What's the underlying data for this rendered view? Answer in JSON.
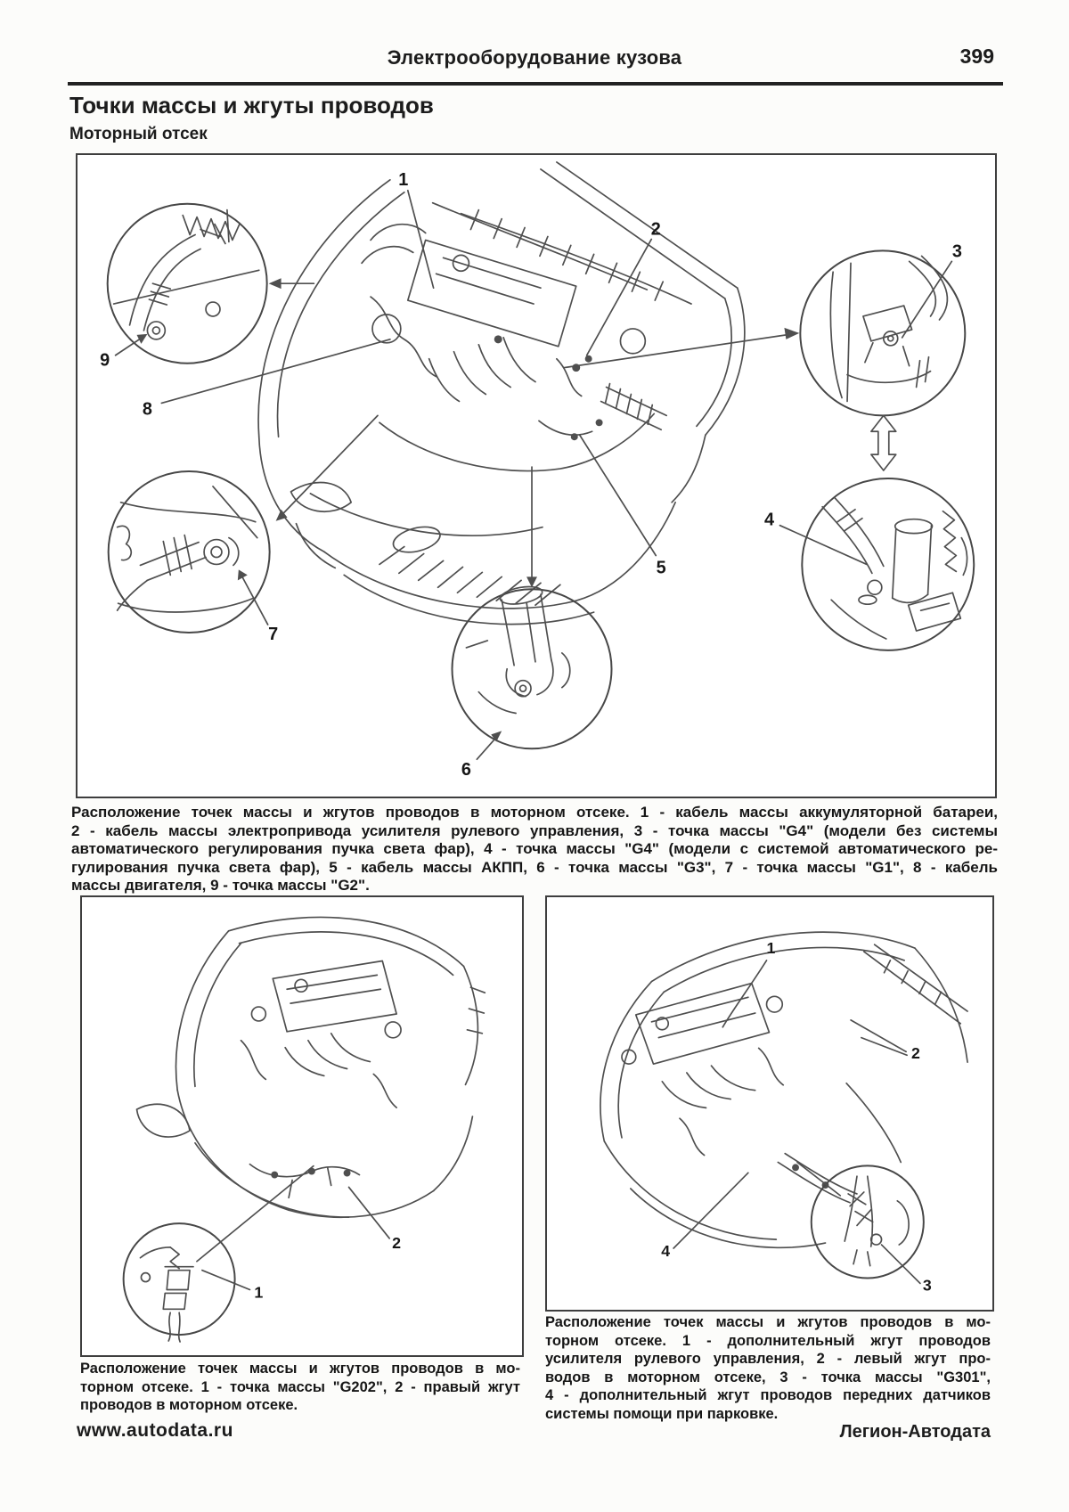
{
  "page": {
    "header": {
      "section_title": "Электрооборудование кузова",
      "page_number": "399"
    },
    "title": "Точки массы и жгуты проводов",
    "subtitle": "Моторный отсек",
    "footer": {
      "website": "www.autodata.ru",
      "publisher": "Легион-Автодата"
    }
  },
  "figures": {
    "main": {
      "callouts": [
        "1",
        "2",
        "3",
        "4",
        "5",
        "6",
        "7",
        "8",
        "9"
      ],
      "caption_lines": [
        "Расположение точек массы и жгутов проводов в моторном отсеке. 1 - кабель массы аккумуляторной батареи,",
        "2 - кабель массы электропривода усилителя рулевого управления, 3 - точка массы \"G4\" (модели без системы",
        "автоматического регулирования пучка света фар), 4 - точка массы \"G4\" (модели с системой автоматического ре-",
        "гулирования пучка света фар), 5 - кабель массы АКПП, 6 - точка массы \"G3\", 7 - точка массы \"G1\", 8 - кабель",
        "массы двигателя, 9 - точка массы \"G2\"."
      ]
    },
    "bottom_left": {
      "callouts": [
        "1",
        "2"
      ],
      "caption_lines": [
        "Расположение точек массы и жгутов проводов в мо-",
        "торном отсеке. 1 - точка массы \"G202\", 2 - правый жгут",
        "проводов в моторном отсеке."
      ]
    },
    "bottom_right": {
      "callouts": [
        "1",
        "2",
        "3",
        "4"
      ],
      "caption_lines": [
        "Расположение точек массы и жгутов проводов в мо-",
        "торном отсеке. 1 - дополнительный жгут проводов",
        "усилителя рулевого управления, 2 - левый жгут про-",
        "водов в моторном отсеке, 3 - точка массы \"G301\",",
        "4 - дополнительный жгут проводов передних датчиков",
        "системы помощи при парковке."
      ]
    }
  },
  "colors": {
    "ink": "#1c1c1c",
    "line_art": "#4f4f4f",
    "frame": "#3e3e3e",
    "paper": "#fcfcfa"
  }
}
